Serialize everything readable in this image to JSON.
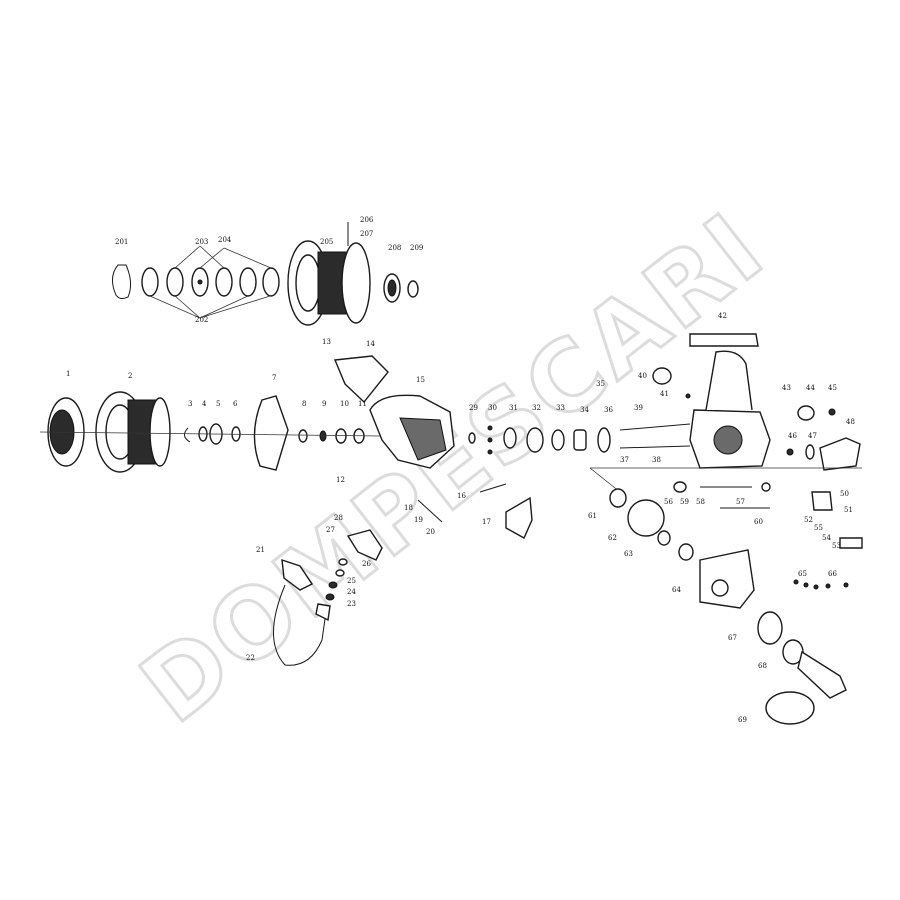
{
  "watermark": {
    "text": "DOMPESCARI",
    "color": "#dcdcdc"
  },
  "labels": [
    "201",
    "202",
    "203",
    "204",
    "205",
    "206",
    "207",
    "208",
    "209",
    "1",
    "2",
    "3",
    "4",
    "5",
    "6",
    "7",
    "8",
    "9",
    "10",
    "11",
    "12",
    "13",
    "14",
    "15",
    "16",
    "17",
    "18",
    "19",
    "20",
    "21",
    "22",
    "23",
    "24",
    "25",
    "26",
    "27",
    "28",
    "29",
    "30",
    "31",
    "32",
    "33",
    "34",
    "35",
    "36",
    "37",
    "38",
    "39",
    "40",
    "41",
    "42",
    "43",
    "44",
    "45",
    "46",
    "47",
    "48",
    "50",
    "51",
    "52",
    "53",
    "54",
    "55",
    "56",
    "57",
    "58",
    "59",
    "60",
    "61",
    "62",
    "63",
    "64",
    "65",
    "66",
    "67",
    "68",
    "69"
  ]
}
